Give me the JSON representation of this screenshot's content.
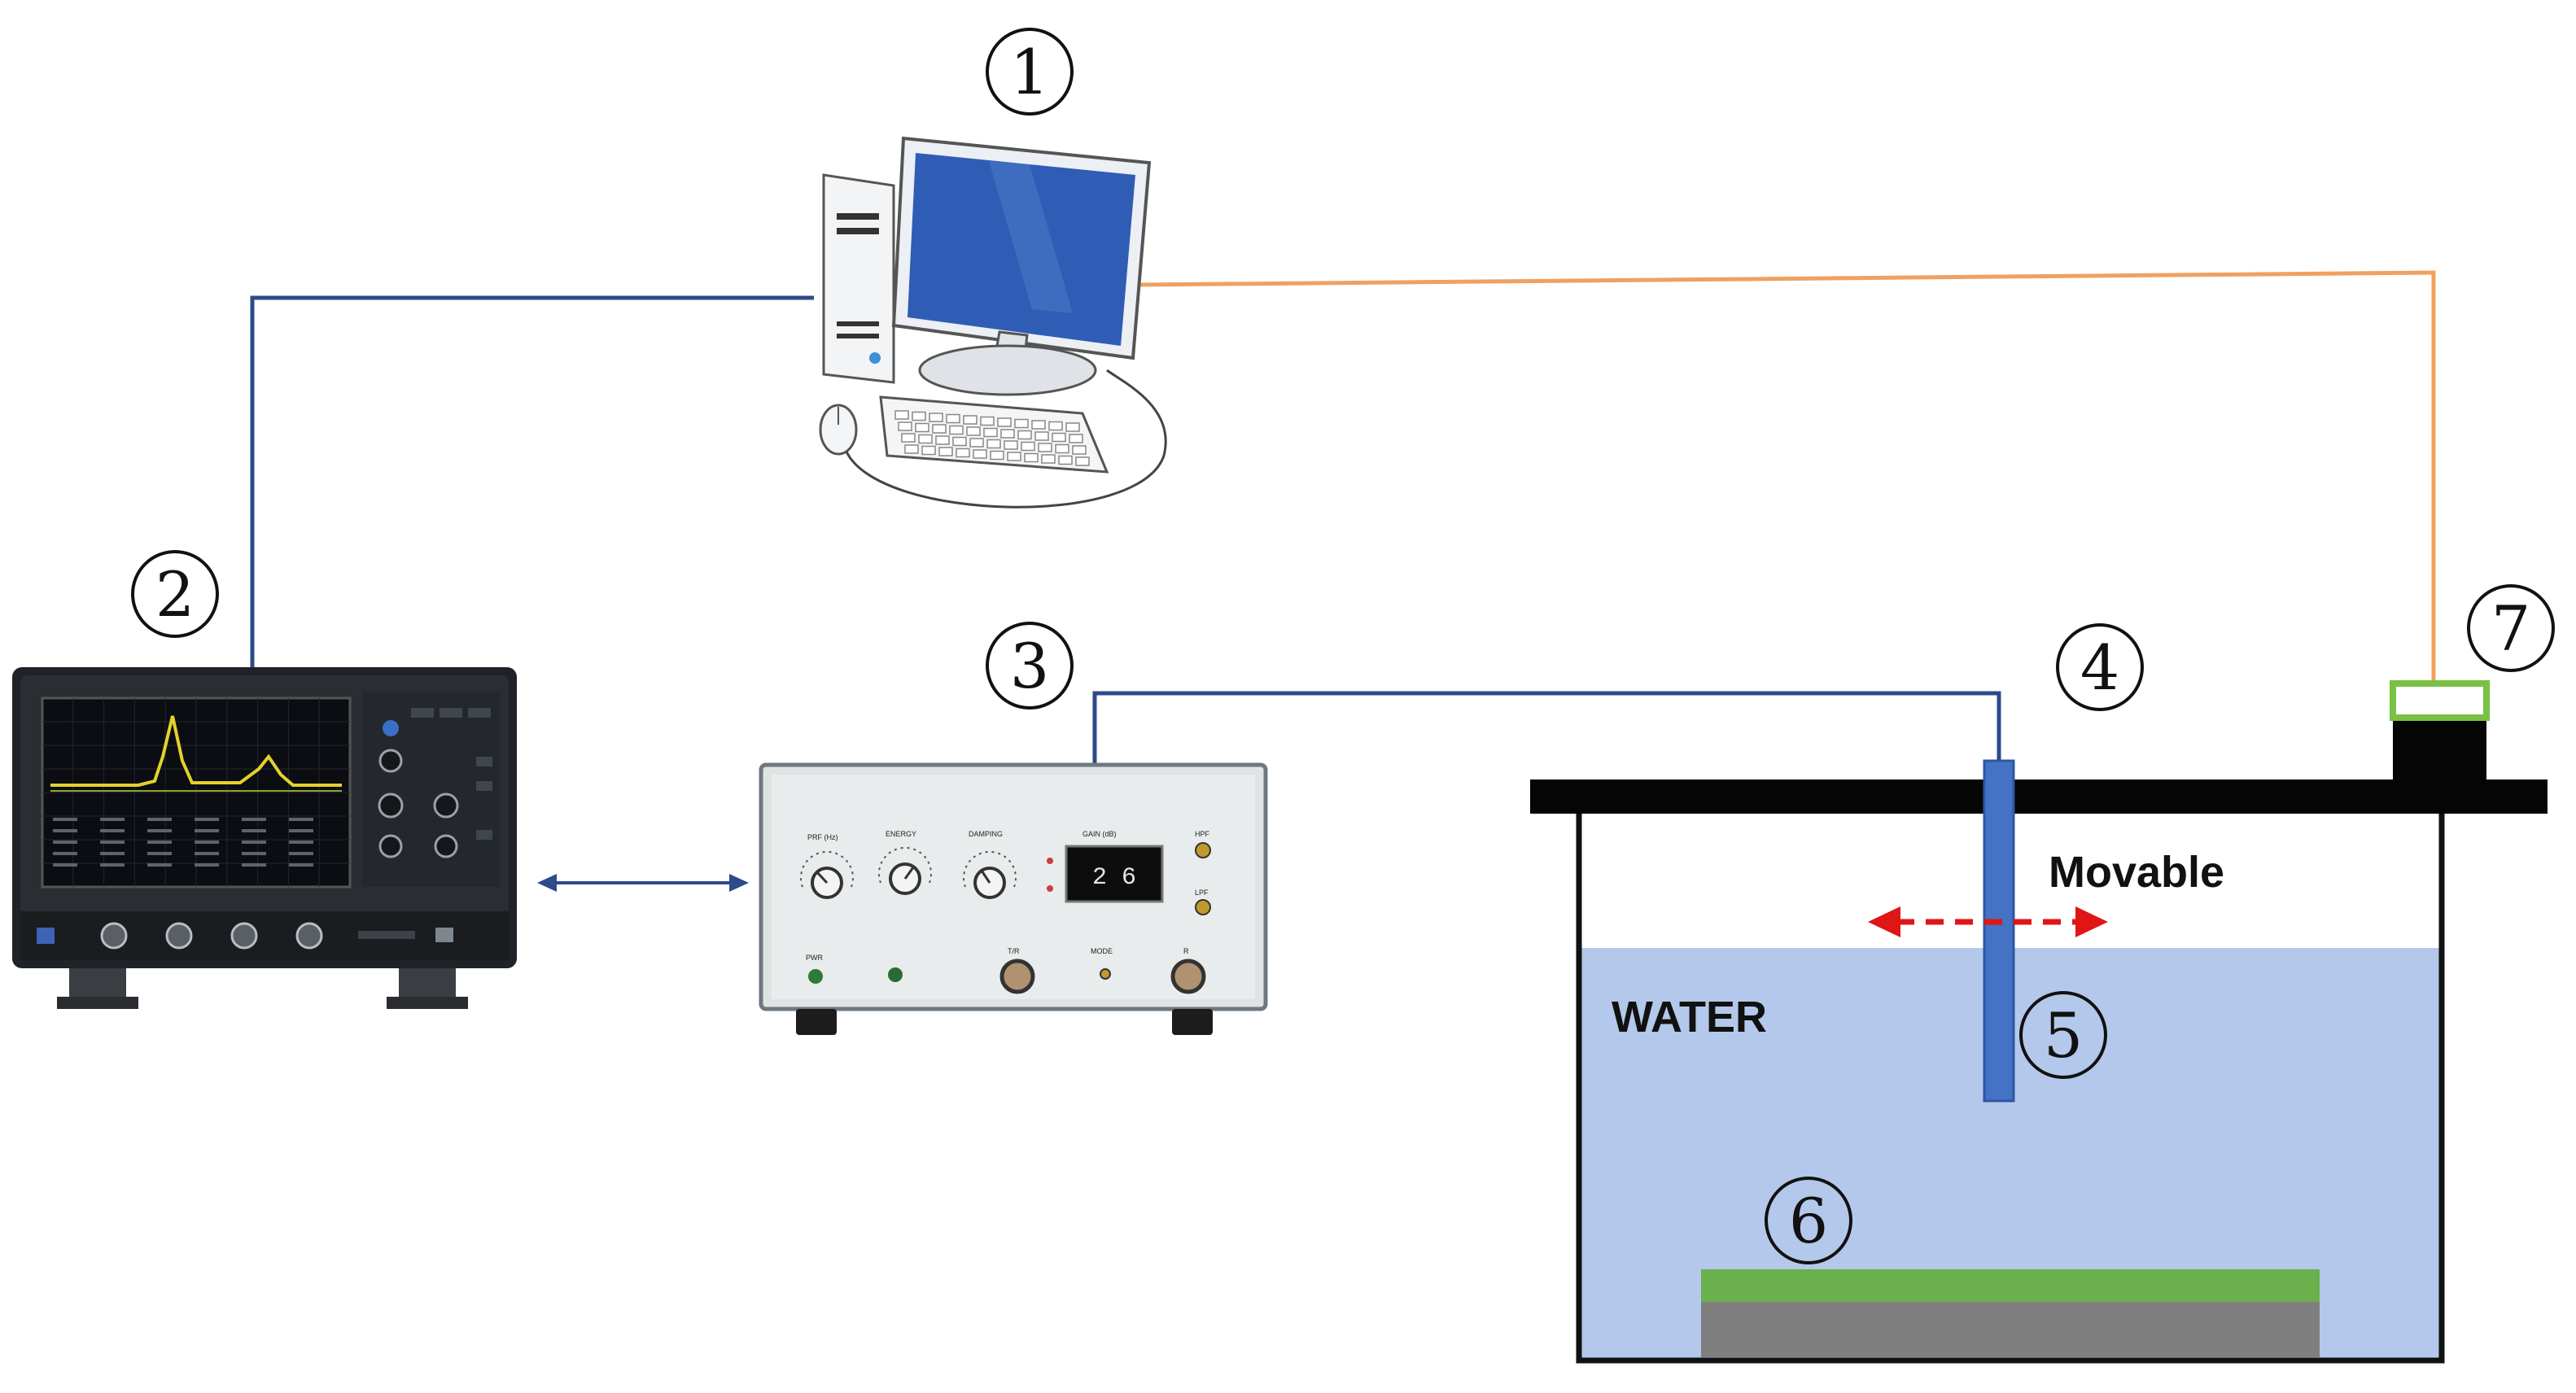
{
  "callouts": [
    "1",
    "2",
    "3",
    "4",
    "5",
    "6",
    "7"
  ],
  "tank": {
    "water_label": "WATER",
    "movable_label": "Movable"
  },
  "pulser": {
    "display_digits": "2 6"
  },
  "colors": {
    "blue_cable": "#2d4a8a",
    "orange_cable": "#f0a060",
    "water": "#b3c8ea",
    "probe": "#4472c4",
    "arrow": "#e01515",
    "sample_top": "#6ab04c",
    "sample_base": "#7f7f7f",
    "sensor_outline": "#7ac143"
  }
}
